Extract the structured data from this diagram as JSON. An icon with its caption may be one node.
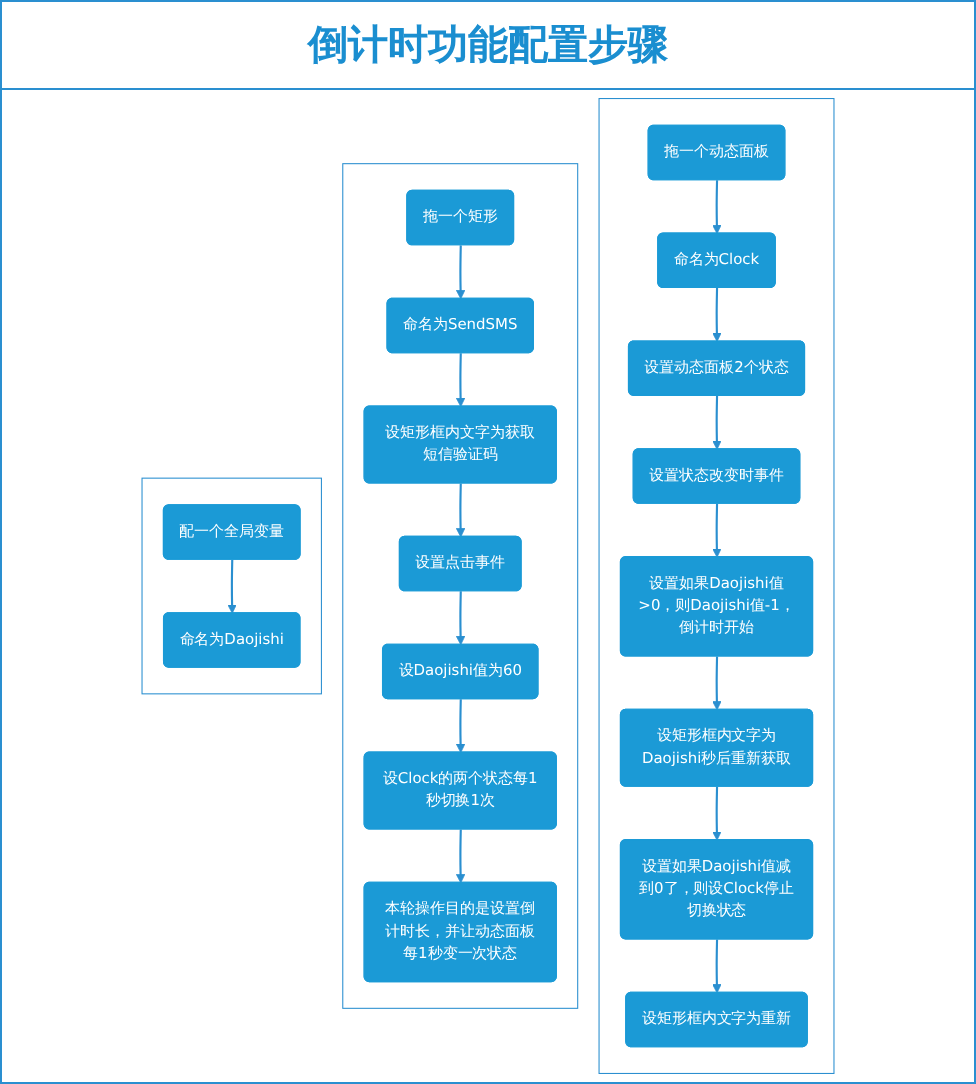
{
  "diagram": {
    "title": "倒计时功能配置步骤",
    "nodes": [
      {
        "text": [],
        "shape": "box"
      },
      {
        "text": [
          "配一个全局变量"
        ],
        "in": 0
      },
      {
        "text": [
          "命名为Daojishi"
        ],
        "in": 0
      },
      {
        "text": [],
        "shape": "box"
      },
      {
        "text": [
          "拖一个矩形"
        ],
        "in": 3
      },
      {
        "text": [
          "命名为SendSMS"
        ],
        "in": 3
      },
      {
        "text": [
          "设矩形框内文字为获取短信验证码"
        ],
        "in": 3
      },
      {
        "text": [
          "设置点击事件"
        ],
        "in": 3
      },
      {
        "text": [
          "设Daojishi值为60"
        ],
        "in": 3
      },
      {
        "text": [
          "设Clock的两个状态每1秒切换1次"
        ],
        "in": 3
      },
      {
        "text": [
          "本轮操作目的是设置倒计时长，并让动态面板每1秒变一次状态"
        ],
        "in": 3
      },
      {
        "text": [],
        "shape": "box"
      },
      {
        "text": [
          "拖一个动态面板"
        ],
        "in": 11
      },
      {
        "text": [
          "命名为Clock"
        ],
        "in": 11
      },
      {
        "text": [
          "设置动态面板2个状态"
        ],
        "in": 11
      },
      {
        "text": [
          "设置状态改变时事件"
        ],
        "in": 11
      },
      {
        "text": [
          "设置如果Daojishi值>0，则Daojishi值-1，倒计时开始"
        ],
        "in": 11
      },
      {
        "text": [
          "设矩形框内文字为Daojishi秒后重新获取"
        ],
        "in": 11
      },
      {
        "text": [
          "设置如果Daojishi值减到0了，则设Clock停止切换状态"
        ],
        "in": 11
      },
      {
        "text": [
          "设矩形框内文字为重新"
        ],
        "in": 11
      }
    ],
    "edges": [
      {
        "from": 1,
        "to": 2,
        "arrow": "to"
      },
      {
        "from": 4,
        "to": 5,
        "arrow": "to"
      },
      {
        "from": 5,
        "to": 6,
        "arrow": "to"
      },
      {
        "from": 6,
        "to": 7,
        "arrow": "to"
      },
      {
        "from": 7,
        "to": 8,
        "arrow": "to"
      },
      {
        "from": 8,
        "to": 9,
        "arrow": "to"
      },
      {
        "from": 9,
        "to": 10,
        "arrow": "to"
      },
      {
        "from": 12,
        "to": 13,
        "arrow": "to"
      },
      {
        "from": 13,
        "to": 14,
        "arrow": "to"
      },
      {
        "from": 14,
        "to": 15,
        "arrow": "to"
      },
      {
        "from": 15,
        "to": 16,
        "arrow": "to"
      },
      {
        "from": 16,
        "to": 17,
        "arrow": "to"
      },
      {
        "from": 17,
        "to": 18,
        "arrow": "to"
      },
      {
        "from": 18,
        "to": 19,
        "arrow": "to"
      }
    ]
  }
}
